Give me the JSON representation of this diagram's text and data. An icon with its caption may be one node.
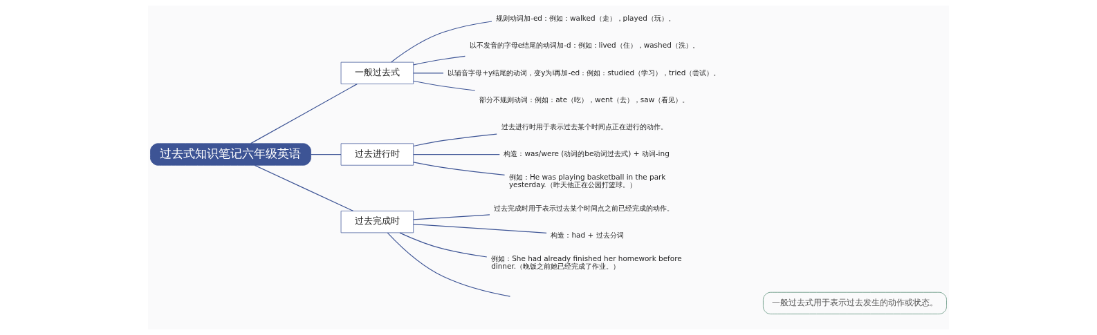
{
  "diagram": {
    "nodes": [
      {
        "text": [
          "过去式知识笔记六年级英语"
        ]
      },
      {
        "text": [
          "一般过去式"
        ]
      },
      {
        "text": [
          "规则动词加-ed：例如：walked（走），played（玩）。"
        ]
      },
      {
        "text": [
          "以不发音的字母e结尾的动词加-d：例如：lived（住），washed（洗）。"
        ]
      },
      {
        "text": [
          "以辅音字母+y结尾的动词，变y为i再加-ed：例如：studied（学习），tried（尝试）。"
        ]
      },
      {
        "text": [
          "部分不规则动词：例如：ate（吃），went（去），saw（看见）。"
        ]
      },
      {
        "text": [
          "过去进行时"
        ]
      },
      {
        "text": [
          "过去进行时用于表示过去某个时间点正在进行的动作。"
        ]
      },
      {
        "text": [
          "构造：was/were (动词的be动词过去式) + 动词-ing"
        ]
      },
      {
        "text": [
          "例如：He was playing basketball in the park yesterday.（昨天他正在公园打篮球。）"
        ]
      },
      {
        "text": [
          "过去完成时"
        ]
      },
      {
        "text": [
          "过去完成时用于表示过去某个时间点之前已经完成的动作。"
        ]
      },
      {
        "text": [
          "构造：had + 过去分词"
        ]
      },
      {
        "text": [
          "例如：She had already finished her homework before dinner.（晚饭之前她已经完成了作业。）"
        ]
      },
      {
        "text": [
          "一般过去式用于表示过去发生的动作或状态。"
        ]
      }
    ],
    "edges": [
      {
        "from": 0,
        "to": 1,
        "arrow": "none"
      },
      {
        "from": 0,
        "to": 6,
        "arrow": "none"
      },
      {
        "from": 0,
        "to": 10,
        "arrow": "none"
      },
      {
        "from": 1,
        "to": 2,
        "arrow": "none"
      },
      {
        "from": 1,
        "to": 3,
        "arrow": "none"
      },
      {
        "from": 1,
        "to": 4,
        "arrow": "none"
      },
      {
        "from": 1,
        "to": 5,
        "arrow": "none"
      },
      {
        "from": 6,
        "to": 7,
        "arrow": "none"
      },
      {
        "from": 6,
        "to": 8,
        "arrow": "none"
      },
      {
        "from": 6,
        "to": 9,
        "arrow": "none"
      },
      {
        "from": 10,
        "to": 11,
        "arrow": "none"
      },
      {
        "from": 10,
        "to": 12,
        "arrow": "none"
      },
      {
        "from": 10,
        "to": 13,
        "arrow": "none"
      },
      {
        "from": 10,
        "to": null,
        "arrow": "none"
      }
    ]
  }
}
